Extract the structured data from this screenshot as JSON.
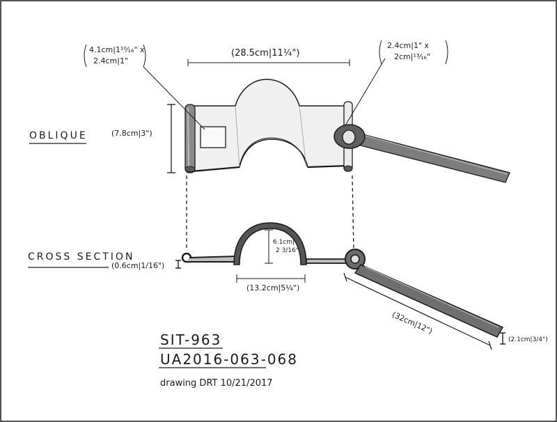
{
  "views": {
    "oblique_label": "OBLIQUE",
    "cross_section_label": "CROSS SECTION"
  },
  "dimensions": {
    "plate_width": "(28.5cm|11¼\")",
    "plate_height": "(7.8cm|3\")",
    "hole_line1": "4.1cm|1¹⁰⁄₁₆\" x",
    "hole_line2": "2.4cm|1\"",
    "hinge_line1": "2.4cm|1\"  x",
    "hinge_line2": "2cm|¹³⁄₁₆\"",
    "thickness": "(0.6cm|1/16\")",
    "arch_height_line1": "6.1cm|",
    "arch_height_line2": "2 3/16\"",
    "arch_width": "(13.2cm|5¼\")",
    "handle_length": "(32cm|12\")",
    "handle_diameter": "(2.1cm|3/4\")"
  },
  "title_block": {
    "site": "SIT-963",
    "catalog": "UA2016-063-068",
    "credit": "drawing DRT 10/21/2017"
  },
  "colors": {
    "ink": "#1a1a1a",
    "plate_fill": "#f0f0f0",
    "handle_fill": "#7d7d7d",
    "handle_dark": "#4d4d4d"
  }
}
